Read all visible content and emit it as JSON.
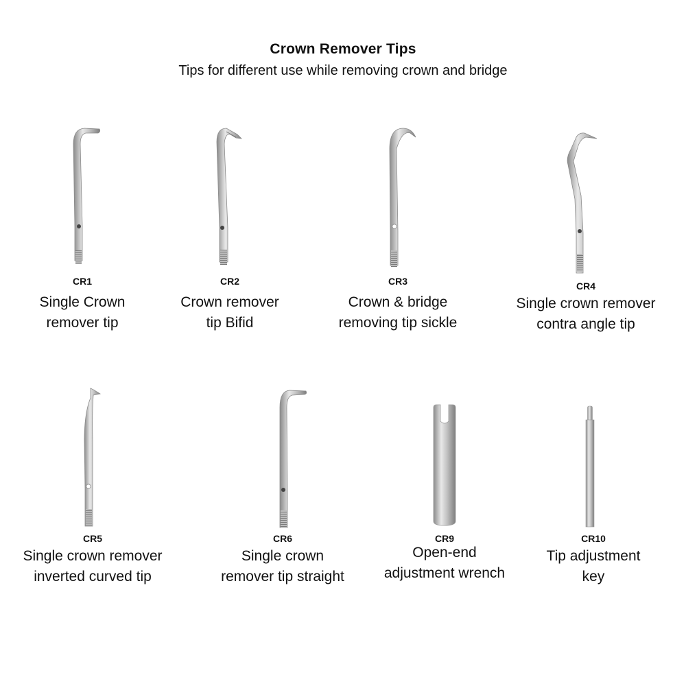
{
  "header": {
    "title": "Crown Remover Tips",
    "subtitle": "Tips for different use while removing crown and bridge"
  },
  "items": [
    {
      "code": "CR1",
      "line1": "Single Crown",
      "line2": "remover tip",
      "icon": "straight-hook-tip-icon"
    },
    {
      "code": "CR2",
      "line1": "Crown remover",
      "line2": "tip Bifid",
      "icon": "bifid-tip-icon"
    },
    {
      "code": "CR3",
      "line1": "Crown & bridge",
      "line2": "removing tip sickle",
      "icon": "sickle-tip-icon"
    },
    {
      "code": "CR4",
      "line1": "Single crown remover",
      "line2": "contra angle tip",
      "icon": "contra-angle-tip-icon"
    },
    {
      "code": "CR5",
      "line1": "Single crown remover",
      "line2": "inverted curved tip",
      "icon": "inverted-curved-tip-icon"
    },
    {
      "code": "CR6",
      "line1": "Single crown",
      "line2": "remover tip straight",
      "icon": "straight-tip-icon"
    },
    {
      "code": "CR9",
      "line1": "Open-end",
      "line2": "adjustment wrench",
      "icon": "open-end-wrench-icon"
    },
    {
      "code": "CR10",
      "line1": "Tip adjustment",
      "line2": "key",
      "icon": "adjustment-key-icon"
    }
  ],
  "colors": {
    "steel_light": "#e6e6e6",
    "steel_mid": "#b5b5b5",
    "steel_dark": "#7a7a7a",
    "text": "#111111",
    "background": "#ffffff"
  }
}
